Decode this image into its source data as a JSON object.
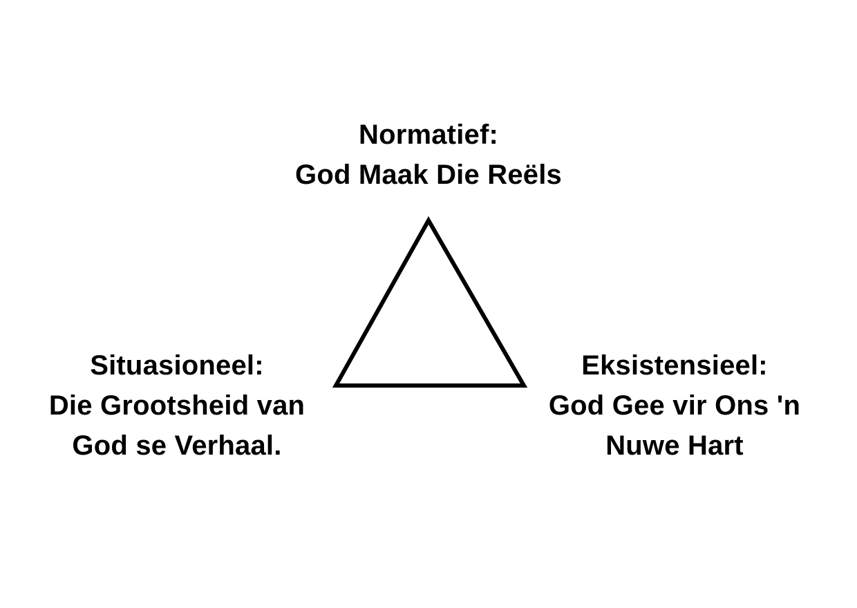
{
  "page": {
    "background_color": "#ffffff",
    "text_color": "#000000"
  },
  "diagram": {
    "shape": "triangle",
    "stroke_color": "#000000",
    "labels": {
      "top": {
        "line1": "Normatief:",
        "line2": "God Maak Die Reëls"
      },
      "left": {
        "line1": "Situasioneel:",
        "line2": "Die Grootsheid van",
        "line3": "God se Verhaal."
      },
      "right": {
        "line1": "Eksistensieel:",
        "line2": "God Gee vir Ons 'n",
        "line3": "Nuwe Hart"
      }
    }
  }
}
